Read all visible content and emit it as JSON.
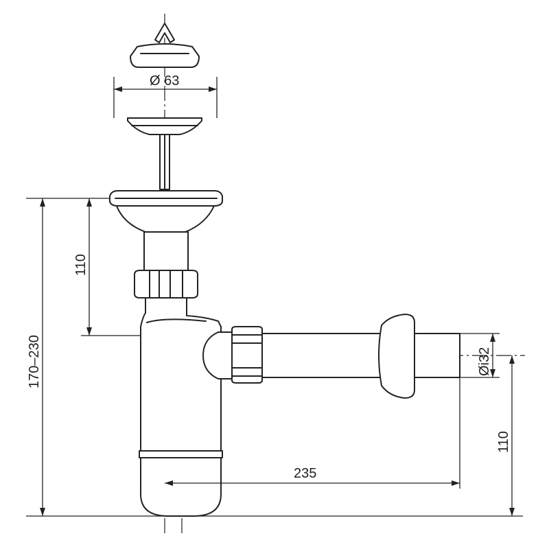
{
  "dimensions": {
    "stopper_diameter": "Ø 63",
    "flange_to_outlet_height": "110",
    "total_height_range": "170–230",
    "outlet_diameter": "Øi32",
    "horizontal_reach": "235",
    "outlet_height_from_floor": "110"
  },
  "colors": {
    "line": "#222222",
    "background": "#ffffff"
  }
}
